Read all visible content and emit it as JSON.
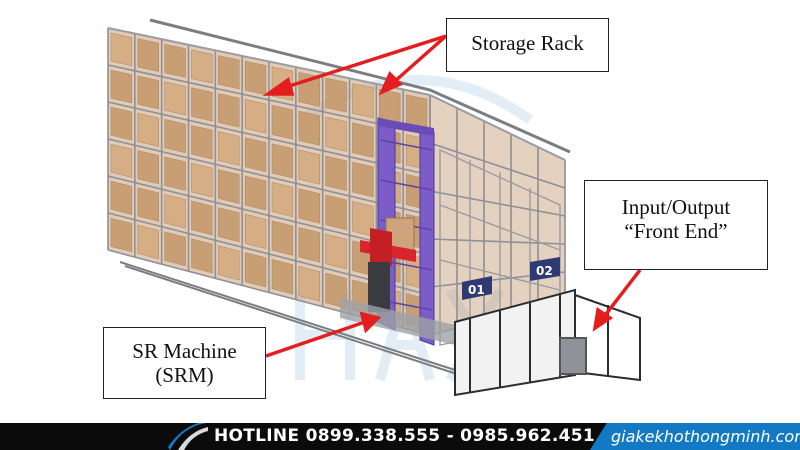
{
  "callouts": {
    "storage_rack": "Storage Rack",
    "io_line1": "Input/Output",
    "io_line2": "“Front End”",
    "srm_line1": "SR Machine",
    "srm_line2": "(SRM)"
  },
  "footer": {
    "hotline": "HOTLINE 0899.338.555 - 0985.962.451",
    "website": "giakekhothongminh.com"
  },
  "panels": {
    "panel_1": "01",
    "panel_2": "02"
  },
  "colors": {
    "arrow": "#e41e1e",
    "srm_mast": "#7b5cc9",
    "carriage": "#d8262c",
    "box": "#caa073",
    "frame": "#8d9096",
    "footer_black": "#0b0b0b",
    "footer_blue": "#1479c4",
    "label_panel": "#2f3a74"
  }
}
